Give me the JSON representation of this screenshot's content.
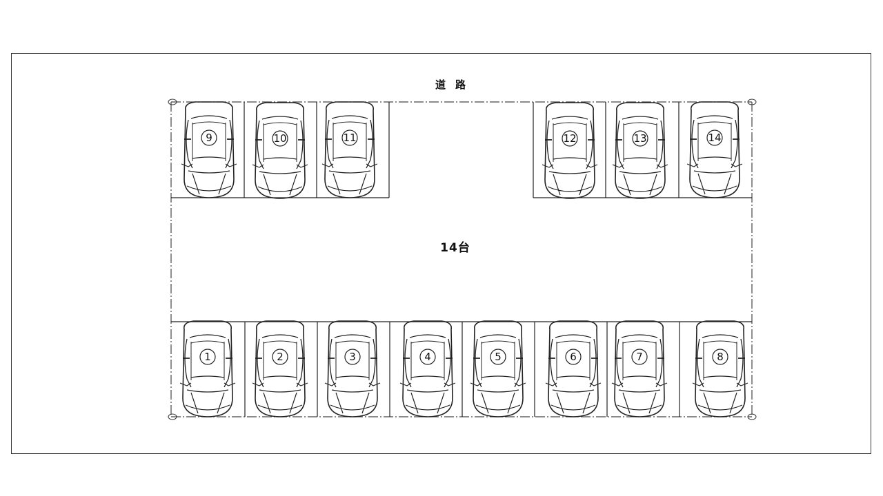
{
  "diagram": {
    "road_label": "道路",
    "capacity_label": "14台",
    "line_color": "#222222",
    "background": "#ffffff"
  },
  "stalls": {
    "top": [
      {
        "number": 9,
        "label": "⑨"
      },
      {
        "number": 10,
        "label": "⑩"
      },
      {
        "number": 11,
        "label": "⑪"
      },
      {
        "number": 12,
        "label": "⑫"
      },
      {
        "number": 13,
        "label": "⑬"
      },
      {
        "number": 14,
        "label": "⑭"
      }
    ],
    "bottom": [
      {
        "number": 1,
        "label": "①"
      },
      {
        "number": 2,
        "label": "②"
      },
      {
        "number": 3,
        "label": "③"
      },
      {
        "number": 4,
        "label": "④"
      },
      {
        "number": 5,
        "label": "⑤"
      },
      {
        "number": 6,
        "label": "⑥"
      },
      {
        "number": 7,
        "label": "⑦"
      },
      {
        "number": 8,
        "label": "⑧"
      }
    ]
  }
}
